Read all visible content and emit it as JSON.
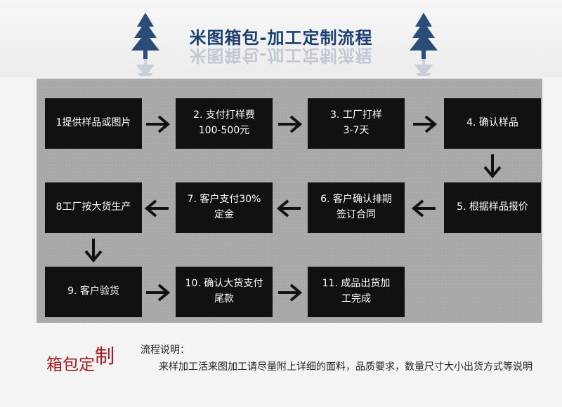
{
  "header": {
    "title": "米图箱包-加工定制流程"
  },
  "steps": [
    {
      "label": "1提供样品或图片"
    },
    {
      "label": "2. 支付打样费\n100-500元"
    },
    {
      "label": "3. 工厂打样\n3-7天"
    },
    {
      "label": "4. 确认样品"
    },
    {
      "label": "5. 根据样品报价"
    },
    {
      "label": "6. 客户确认排期\n签订合同"
    },
    {
      "label": "7. 客户支付30%\n定金"
    },
    {
      "label": "8工厂按大货生产"
    },
    {
      "label": "9. 客户验货"
    },
    {
      "label": "10. 确认大货支付\n尾款"
    },
    {
      "label": "11. 成品出货加\n工完成"
    }
  ],
  "notes": {
    "label_part1": "箱包定",
    "label_part2": "制",
    "heading": "流程说明：",
    "body": "来样加工活来图加工请尽量附上详细的面料，品质要求，数量尺寸大小出货方式等说明"
  },
  "colors": {
    "title": "#1a3f70",
    "box": "#111111",
    "panel": "#a8a8a8",
    "accent": "#a31920"
  },
  "icons": [
    "pine-tree-icon",
    "arrow-right-icon",
    "arrow-left-icon",
    "arrow-down-icon"
  ]
}
